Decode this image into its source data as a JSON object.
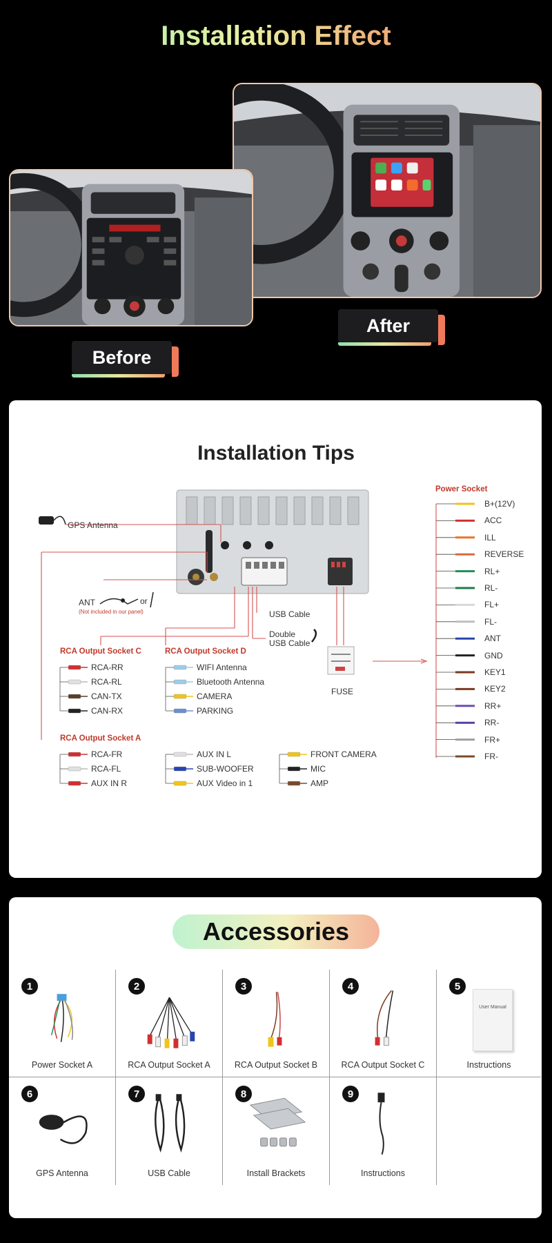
{
  "hero": {
    "title": "Installation Effect",
    "before_label": "Before",
    "after_label": "After"
  },
  "tips": {
    "title": "Installation Tips",
    "gps_antenna": "GPS Antenna",
    "ant": "ANT",
    "or": "or",
    "not_included": "(Not included in our panel)",
    "usb_cable": "USB Cable",
    "double_usb_1": "Double",
    "double_usb_2": "USB Cable",
    "fuse": "FUSE",
    "socket_c": {
      "title": "RCA Output Socket C",
      "items": [
        {
          "label": "RCA-RR",
          "color": "#d32f2f"
        },
        {
          "label": "RCA-RL",
          "color": "#e0e0e0"
        },
        {
          "label": "CAN-TX",
          "color": "#5a3e2b"
        },
        {
          "label": "CAN-RX",
          "color": "#222222"
        }
      ]
    },
    "socket_d": {
      "title": "RCA Output Socket D",
      "items": [
        {
          "label": "WIFI Antenna",
          "color": "#9ecbe8"
        },
        {
          "label": "Bluetooth Antenna",
          "color": "#9ecbe8"
        },
        {
          "label": "CAMERA",
          "color": "#f0c419"
        },
        {
          "label": "PARKING",
          "color": "#6a8fd0"
        }
      ]
    },
    "socket_a": {
      "title": "RCA Output Socket A",
      "items": [
        {
          "label": "RCA-FR",
          "color": "#d32f2f"
        },
        {
          "label": "RCA-FL",
          "color": "#e0e0e0"
        },
        {
          "label": "AUX IN R",
          "color": "#d32f2f"
        }
      ]
    },
    "socket_aux": {
      "items": [
        {
          "label": "AUX IN L",
          "color": "#e0e0e0"
        },
        {
          "label": "SUB-WOOFER",
          "color": "#2745b0"
        },
        {
          "label": "AUX Video in 1",
          "color": "#f0c419"
        }
      ]
    },
    "socket_cam": {
      "items": [
        {
          "label": "FRONT CAMERA",
          "color": "#f0c419"
        },
        {
          "label": "MIC",
          "color": "#222222"
        },
        {
          "label": "AMP",
          "color": "#7a4a2a"
        }
      ]
    },
    "power": {
      "title": "Power Socket",
      "items": [
        {
          "label": "B+(12V)",
          "color": "#f0c419"
        },
        {
          "label": "ACC",
          "color": "#d32f2f"
        },
        {
          "label": "ILL",
          "color": "#e8742c"
        },
        {
          "label": "REVERSE",
          "color": "#d96a3c"
        },
        {
          "label": "RL+",
          "color": "#1f8f5a"
        },
        {
          "label": "RL-",
          "color": "#1f7a4e"
        },
        {
          "label": "FL+",
          "color": "#d8d8d8"
        },
        {
          "label": "FL-",
          "color": "#bdbdbd"
        },
        {
          "label": "ANT",
          "color": "#2745b0"
        },
        {
          "label": "GND",
          "color": "#222222"
        },
        {
          "label": "KEY1",
          "color": "#7a3a22"
        },
        {
          "label": "KEY2",
          "color": "#7a3a22"
        },
        {
          "label": "RR+",
          "color": "#6a4fb0"
        },
        {
          "label": "RR-",
          "color": "#5a3fa0"
        },
        {
          "label": "FR+",
          "color": "#9e9e9e"
        },
        {
          "label": "FR-",
          "color": "#7a4a2a"
        }
      ]
    }
  },
  "accessories": {
    "title": "Accessories",
    "items": [
      {
        "num": "1",
        "caption": "Power Socket A"
      },
      {
        "num": "2",
        "caption": "RCA Output Socket A"
      },
      {
        "num": "3",
        "caption": "RCA Output Socket B"
      },
      {
        "num": "4",
        "caption": "RCA Output Socket C"
      },
      {
        "num": "5",
        "caption": "Instructions",
        "manual_title": "User Manual"
      },
      {
        "num": "6",
        "caption": "GPS Antenna"
      },
      {
        "num": "7",
        "caption": "USB Cable"
      },
      {
        "num": "8",
        "caption": "Install Brackets"
      },
      {
        "num": "9",
        "caption": "Instructions"
      }
    ]
  }
}
